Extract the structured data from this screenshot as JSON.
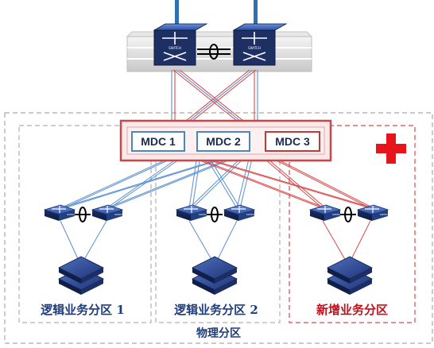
{
  "mdc": [
    {
      "label": "MDC 1",
      "color": "#4a86c6"
    },
    {
      "label": "MDC 2",
      "color": "#4a86c6"
    },
    {
      "label": "MDC 3",
      "color": "#c0393b"
    }
  ],
  "zones": [
    {
      "label": "逻辑业务分区 1",
      "color": "#1f3d7a"
    },
    {
      "label": "逻辑业务分区 2",
      "color": "#1f3d7a"
    },
    {
      "label": "新增业务分区",
      "color": "#c0101a"
    }
  ],
  "physical_label": "物理分区",
  "colors": {
    "blue_link": "#5b8fd0",
    "red_link": "#d94b4b",
    "mdc_frame": "#c8484c",
    "mdc_fill": "#fbe9ea",
    "add_cross": "#e8141c",
    "uplink": "#2f6fb3"
  }
}
